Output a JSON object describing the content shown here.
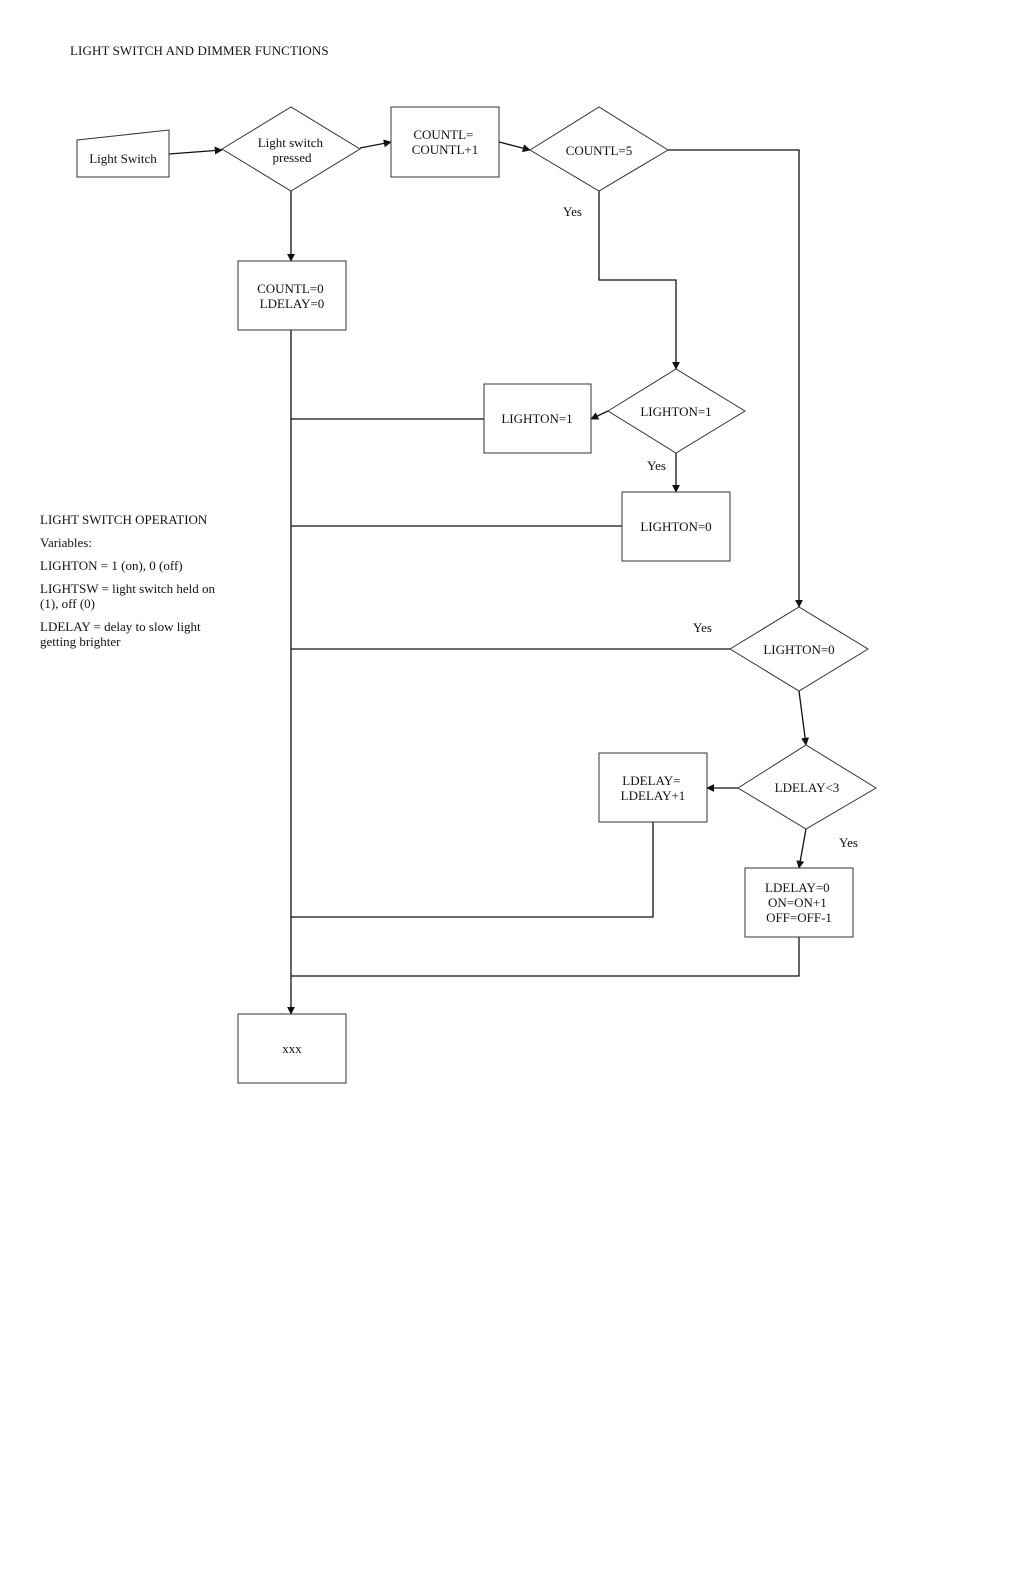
{
  "title": "LIGHT SWITCH AND DIMMER FUNCTIONS",
  "nodes": {
    "light_switch": [
      "Light Switch"
    ],
    "light_switch_pressed": [
      "Light switch",
      "pressed"
    ],
    "countl_inc": [
      "COUNTL=",
      "COUNTL+1"
    ],
    "countl_eq5": [
      "COUNTL=5"
    ],
    "reset_counters": [
      "COUNTL=0",
      "LDELAY=0"
    ],
    "lighton_eq1_decision": [
      "LIGHTON=1"
    ],
    "set_lighton_1": [
      "LIGHTON=1"
    ],
    "set_lighton_0": [
      "LIGHTON=0"
    ],
    "lighton_eq0_decision": [
      "LIGHTON=0"
    ],
    "ldelay_lt3": [
      "LDELAY<3"
    ],
    "ldelay_inc": [
      "LDELAY=",
      "LDELAY+1"
    ],
    "ldelay_reset_dim": [
      "LDELAY=0",
      "ON=ON+1",
      "OFF=OFF-1"
    ],
    "end_box": [
      "xxx"
    ]
  },
  "yes_labels": {
    "countl_eq5": "Yes",
    "lighton_eq1": "Yes",
    "lighton_eq0": "Yes",
    "ldelay_lt3": "Yes"
  },
  "notes": {
    "heading": "LIGHT SWITCH OPERATION",
    "lines": [
      "Variables:",
      "LIGHTON = 1 (on), 0 (off)",
      "LIGHTSW = light switch held on (1), off (0)",
      "LDELAY = delay to slow light getting brighter"
    ]
  }
}
